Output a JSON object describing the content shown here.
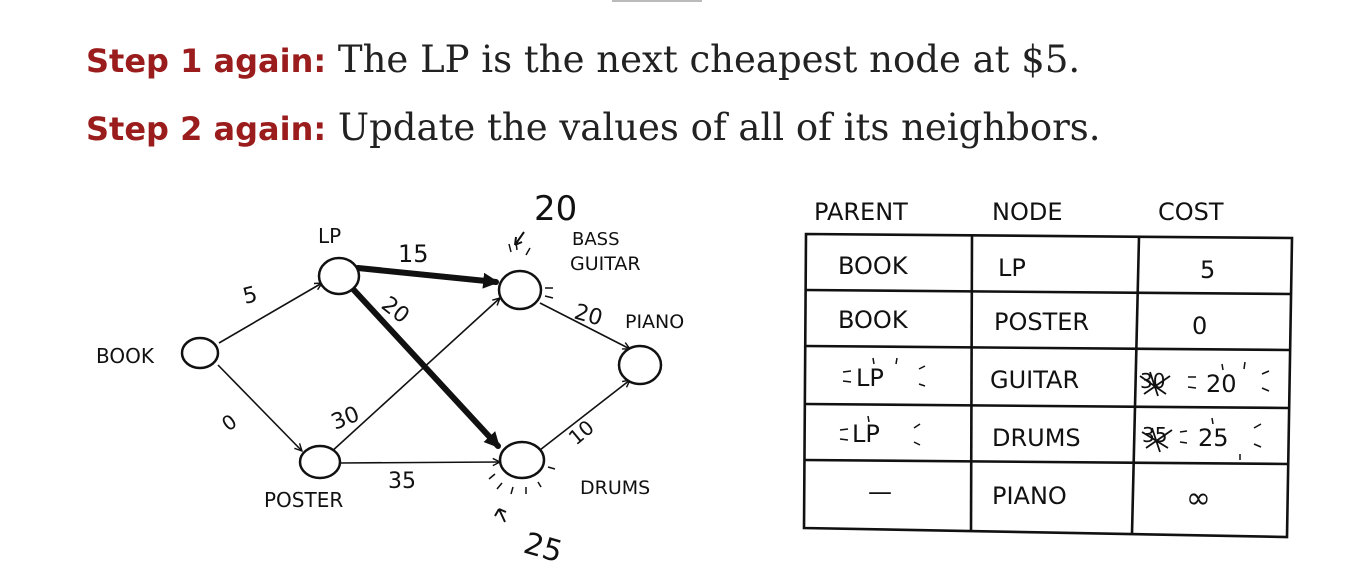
{
  "steps": [
    {
      "label": "Step 1 again:",
      "text": "The LP is the next cheapest node at $5."
    },
    {
      "label": "Step 2 again:",
      "text": "Update the values of all of its neighbors."
    }
  ],
  "graph": {
    "nodes": {
      "book": "BOOK",
      "lp": "LP",
      "poster": "POSTER",
      "guitar": "BASS GUITAR",
      "drums": "DRUMS",
      "piano": "PIANO"
    },
    "guitar_line1": "BASS",
    "guitar_line2": "GUITAR",
    "edges": {
      "book_lp": "5",
      "book_poster": "0",
      "lp_guitar": "15",
      "lp_drums": "20",
      "poster_guitar": "30",
      "poster_drums": "35",
      "guitar_piano": "20",
      "drums_piano": "10"
    },
    "annotations": {
      "guitar_cost": "20",
      "drums_cost": "25"
    }
  },
  "table": {
    "headers": [
      "PARENT",
      "NODE",
      "COST"
    ],
    "rows": [
      {
        "parent": "BOOK",
        "node": "LP",
        "cost": "5"
      },
      {
        "parent": "BOOK",
        "node": "POSTER",
        "cost": "0"
      },
      {
        "parent": "LP",
        "node": "GUITAR",
        "cost": "20",
        "old_cost": "30"
      },
      {
        "parent": "LP",
        "node": "DRUMS",
        "cost": "25",
        "old_cost": "35"
      },
      {
        "parent": "—",
        "node": "PIANO",
        "cost": "∞"
      }
    ]
  }
}
